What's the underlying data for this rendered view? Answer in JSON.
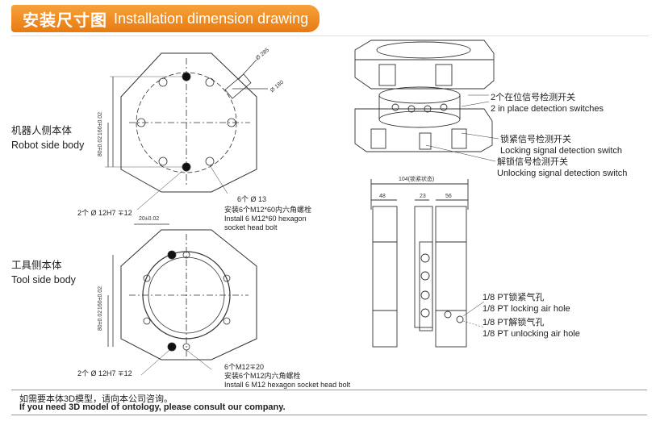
{
  "header": {
    "title_cn": "安装尺寸图",
    "title_en": "Installation dimension drawing"
  },
  "robot_side": {
    "label_cn": "机器人侧本体",
    "label_en": "Robot side body"
  },
  "tool_side": {
    "label_cn": "工具侧本体",
    "label_en": "Tool side body"
  },
  "robot_dims": {
    "dia1": "Ø 285",
    "dia2": "Ø 180",
    "h1": "160±0.02",
    "h2": "80±0.02",
    "hole": "6个 Ø 13",
    "pin": "2个 Ø 12H7 ∓12"
  },
  "robot_bolt": {
    "cn": "安装6个M12*60内六角螺栓",
    "en1": "Install 6 M12*60 hexagon",
    "en2": "socket head bolt"
  },
  "tool_dims": {
    "offset": "20±0.02",
    "h1": "160±0.02",
    "h2": "80±0.02",
    "pin": "2个 Ø 12H7 ∓12",
    "hole": "6个M12∓20"
  },
  "tool_bolt": {
    "cn": "安装6个M12内六角螺栓",
    "en": "Install 6 M12 hexagon socket head bolt"
  },
  "switches": {
    "inplace_cn": "2个在位信号检测开关",
    "inplace_en": "2 in place detection switches",
    "lock_cn": "锁紧信号检测开关",
    "lock_en": "Locking signal detection switch",
    "unlock_cn": "解锁信号检测开关",
    "unlock_en": "Unlocking signal detection switch"
  },
  "side_dims": {
    "total": "104(锁紧状态)",
    "left": "48",
    "mid": "23",
    "right": "56"
  },
  "air": {
    "lock_cn": "1/8 PT锁紧气孔",
    "lock_en": "1/8 PT locking air hole",
    "unlock_cn": "1/8 PT解锁气孔",
    "unlock_en": "1/8 PT unlocking air hole"
  },
  "footer": {
    "cn": "如需要本体3D模型，请向本公司咨询。",
    "en": "If you need 3D model of ontology, please consult our company."
  },
  "colors": {
    "banner": "#f08a1e",
    "line": "#333333"
  }
}
